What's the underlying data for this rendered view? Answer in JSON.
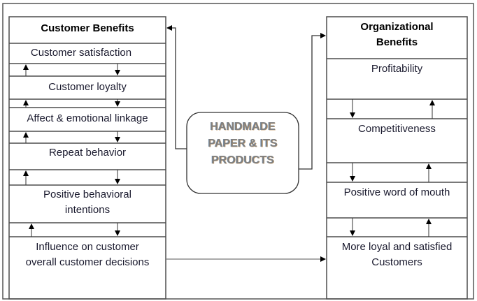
{
  "diagram": {
    "center": {
      "lines": [
        "HANDMADE",
        "PAPER & ITS",
        "PRODUCTS"
      ]
    },
    "customer_benefits": {
      "title": "Customer Benefits",
      "items": [
        {
          "line1": "Customer satisfaction",
          "line2": ""
        },
        {
          "line1": "Customer loyalty",
          "line2": ""
        },
        {
          "line1": "Affect & emotional linkage",
          "line2": ""
        },
        {
          "line1": "Repeat behavior",
          "line2": ""
        },
        {
          "line1": "Positive behavioral",
          "line2": "intentions"
        },
        {
          "line1": "Influence on customer",
          "line2": "overall customer decisions"
        }
      ]
    },
    "organizational_benefits": {
      "title_line1": "Organizational",
      "title_line2": "Benefits",
      "items": [
        {
          "line1": "Profitability",
          "line2": ""
        },
        {
          "line1": "Competitiveness",
          "line2": ""
        },
        {
          "line1": "Positive word of mouth",
          "line2": ""
        },
        {
          "line1": "More loyal and satisfied",
          "line2": "Customers"
        }
      ]
    },
    "colors": {
      "border": "#4d4d4d",
      "text": "#1a1a2e",
      "center_text": "#7f7f7f"
    }
  }
}
